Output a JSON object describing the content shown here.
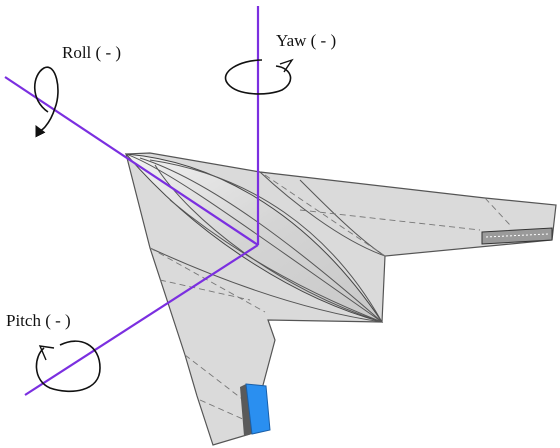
{
  "labels": {
    "roll": "Roll ( - )",
    "yaw": "Yaw ( - )",
    "pitch": "Pitch ( - )"
  },
  "colors": {
    "axis": "#7b2fe0",
    "wing_fill": "#dcdcdc",
    "wing_edge": "#555555",
    "control_surface": "#2a8ff0"
  },
  "icons": {
    "roll": "rotation-arrow-icon",
    "yaw": "rotation-arrow-icon",
    "pitch": "rotation-arrow-icon"
  }
}
